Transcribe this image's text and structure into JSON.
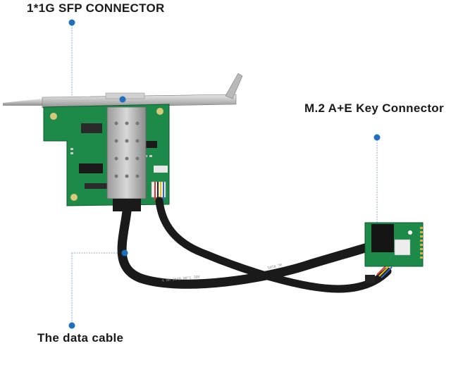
{
  "labels": {
    "sfp": "1*1G SFP CONNECTOR",
    "m2": "M.2 A+E Key Connector",
    "cable": "The data cable"
  },
  "colors": {
    "pcb": "#1e8a4a",
    "bracket": "#c8c8c8",
    "cable": "#1a1a1a",
    "leader": "#5b9bd5",
    "dot": "#1f6fc0"
  }
}
